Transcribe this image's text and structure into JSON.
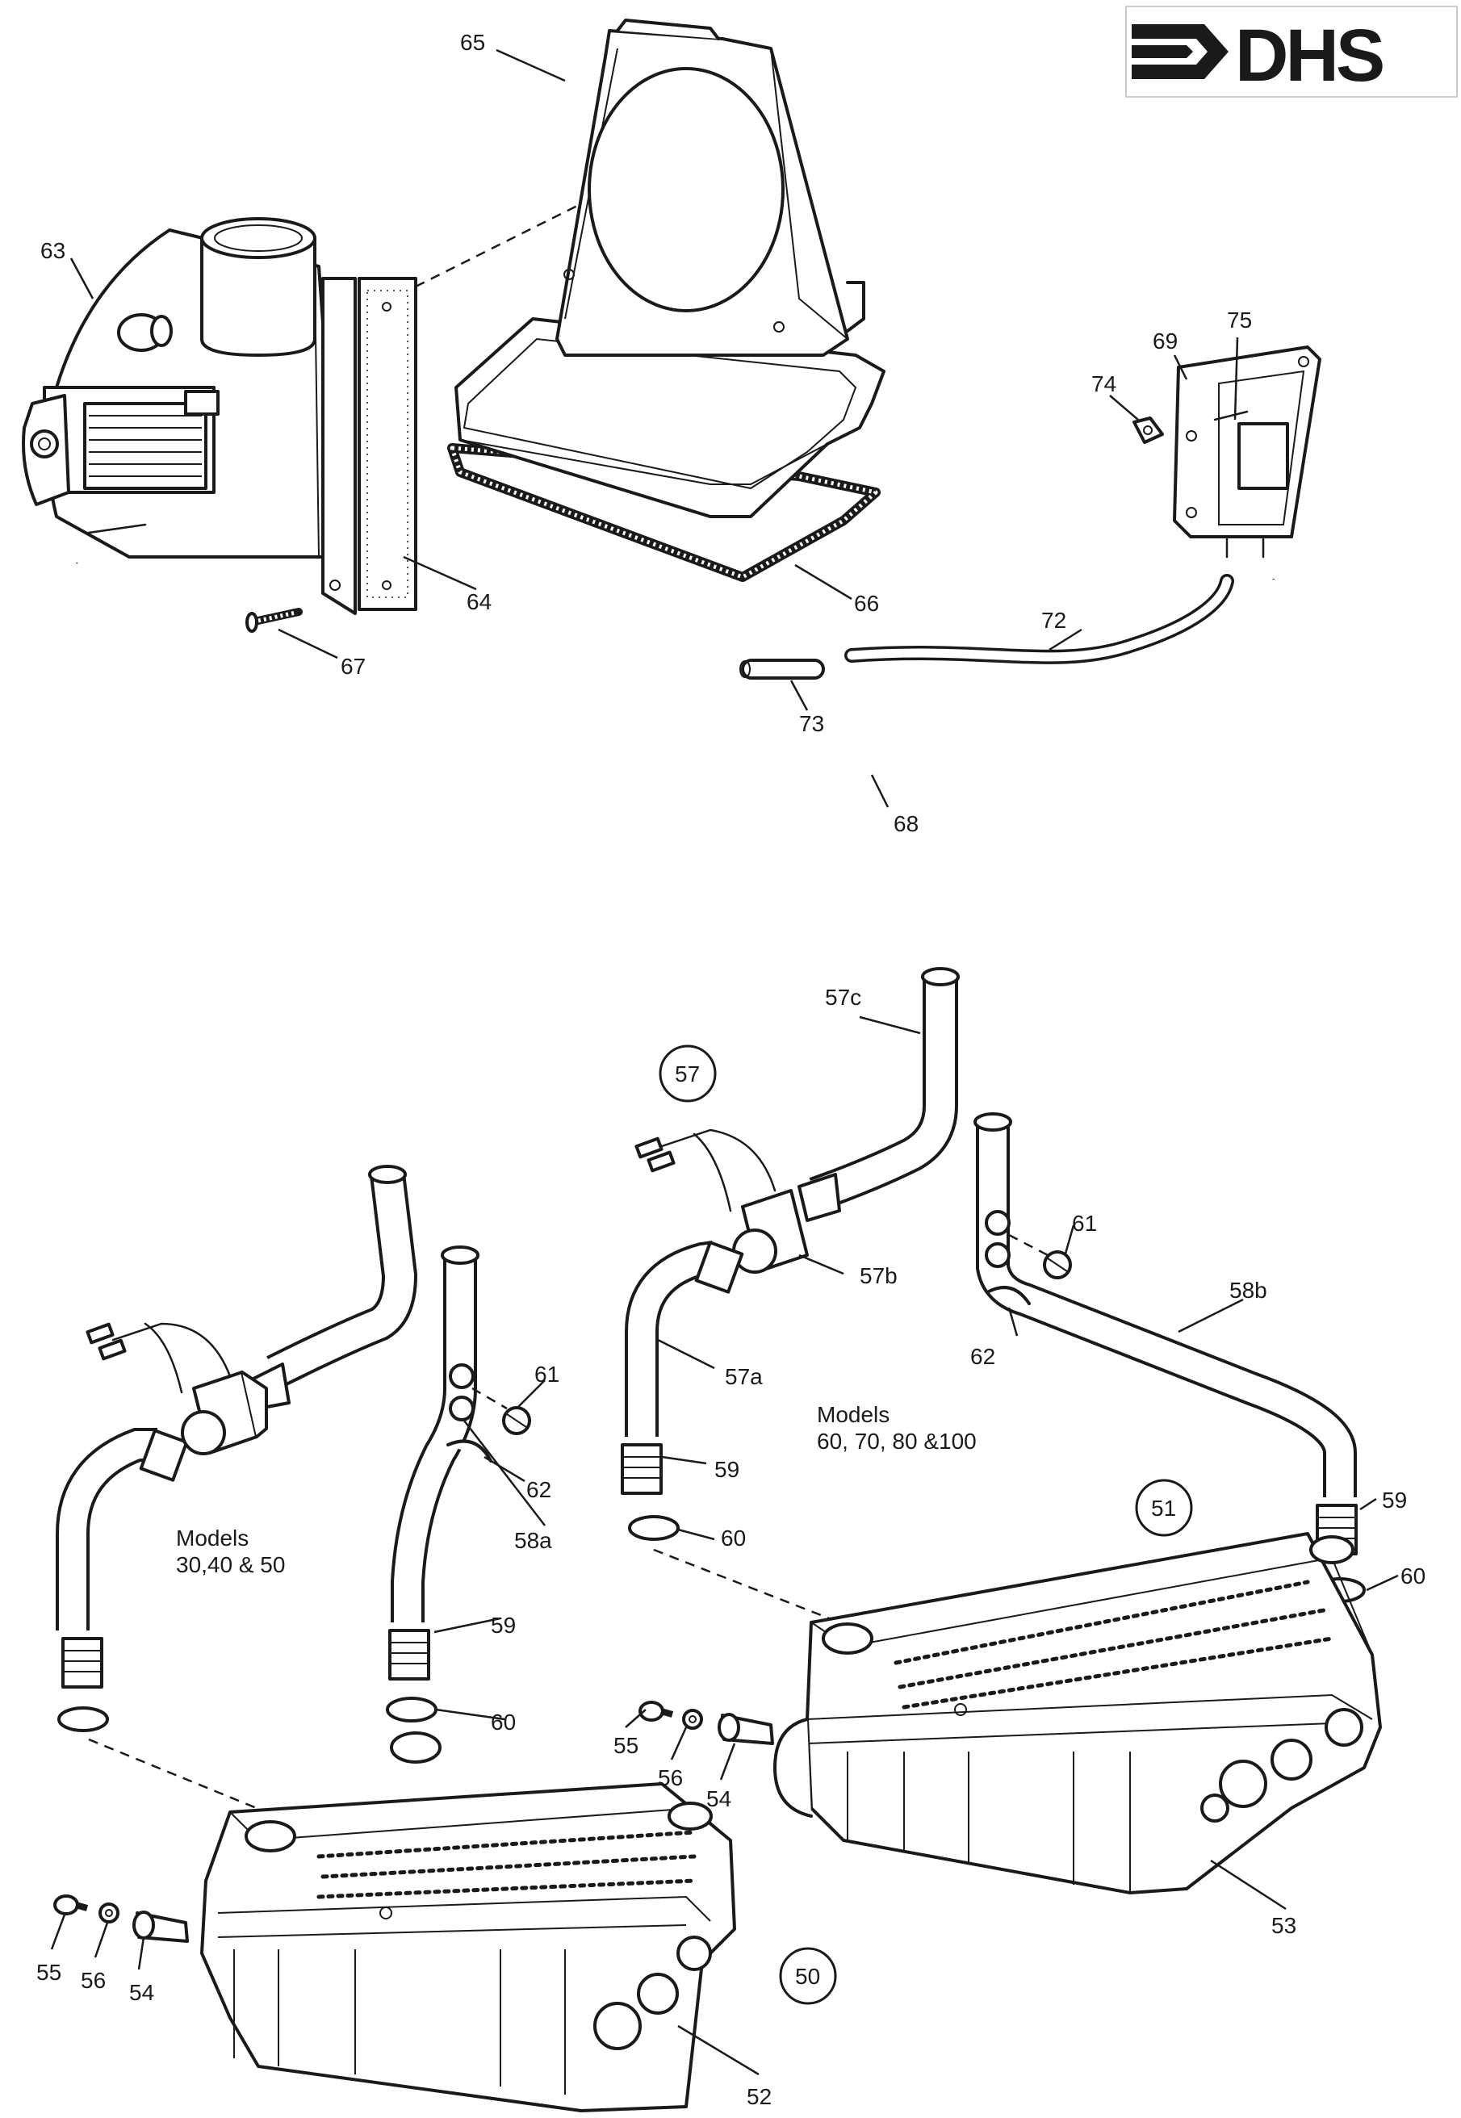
{
  "brand": {
    "logo_text": "DHS"
  },
  "callouts": {
    "c50": "50",
    "c51": "51",
    "c52": "52",
    "c53": "53",
    "c54a": "54",
    "c54b": "54",
    "c55a": "55",
    "c55b": "55",
    "c56a": "56",
    "c56b": "56",
    "c57": "57",
    "c57a": "57a",
    "c57b": "57b",
    "c57c": "57c",
    "c58a": "58a",
    "c58b": "58b",
    "c59a": "59",
    "c59b": "59",
    "c59c": "59",
    "c60a": "60",
    "c60b": "60",
    "c60c": "60",
    "c61a": "61",
    "c61b": "61",
    "c62a": "62",
    "c62b": "62",
    "c63": "63",
    "c64": "64",
    "c65": "65",
    "c66": "66",
    "c67": "67",
    "c68": "68",
    "c69": "69",
    "c72": "72",
    "c73": "73",
    "c74": "74",
    "c75": "75"
  },
  "notes": {
    "models_small_line1": "Models",
    "models_small_line2": "30,40 & 50",
    "models_large_line1": "Models",
    "models_large_line2": "60, 70, 80 &100"
  }
}
